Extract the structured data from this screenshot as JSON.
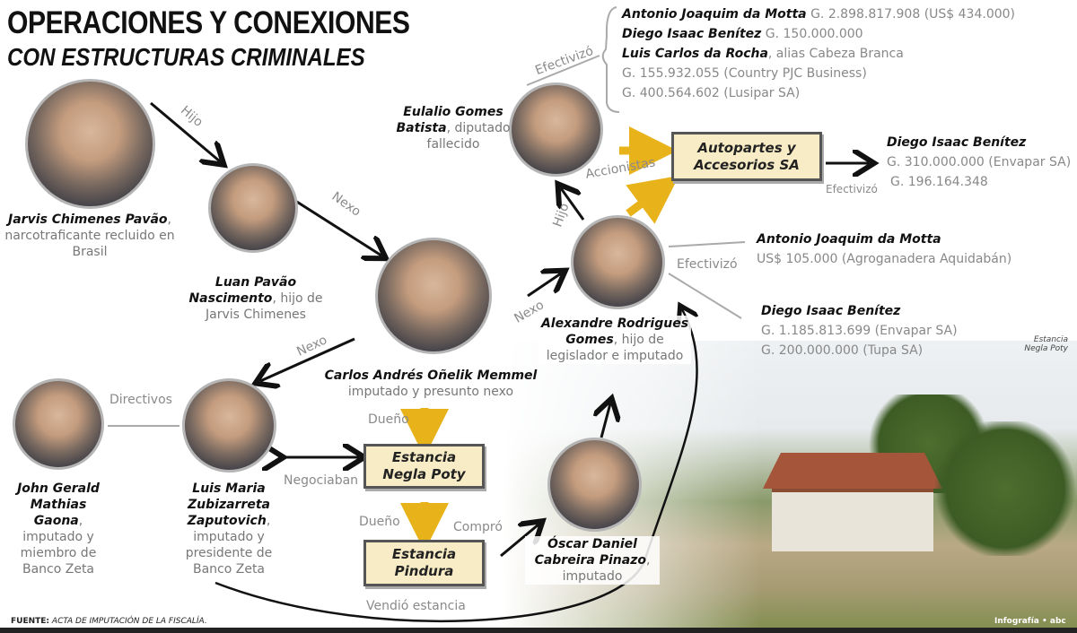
{
  "title": {
    "line1": "OPERACIONES Y CONEXIONES",
    "line2": "CON ESTRUCTURAS CRIMINALES"
  },
  "people": {
    "jarvis": {
      "name": "Jarvis Chimenes Pavão",
      "desc": ", narcotraficante recluido en Brasil"
    },
    "luan": {
      "name": "Luan Pavão Nascimento",
      "desc": ", hijo de Jarvis Chimenes"
    },
    "carlos": {
      "name": "Carlos Andrés Oñelik Memmel",
      "desc": "imputado y presunto nexo"
    },
    "eulalio": {
      "name": "Eulalio Gomes Batista",
      "desc": ", diputado fallecido"
    },
    "alexandre": {
      "name": "Alexandre Rodrigues Gomes",
      "desc": ", hijo de legislador e imputado"
    },
    "john": {
      "name": "John Gerald Mathias Gaona",
      "desc": ", imputado y miembro de Banco Zeta"
    },
    "luis": {
      "name": "Luis Maria Zubizarreta Zaputovich",
      "desc": ", imputado y presidente de Banco Zeta"
    },
    "oscar": {
      "name": "Óscar Daniel Cabreira Pinazo",
      "desc": ", imputado"
    }
  },
  "boxes": {
    "autopartes": "Autopartes y Accesorios SA",
    "negla": "Estancia Negla Poty",
    "pindura": "Estancia Pindura"
  },
  "labels": {
    "hijo1": "Hijo",
    "nexo1": "Nexo",
    "nexo2": "Nexo",
    "nexo3": "Nexo",
    "hijo2": "Hijo",
    "efectivizo1": "Efectivizó",
    "accionistas": "Accionistas",
    "efectivizo2": "Efectivizó",
    "efectivizo3": "Efectivizó",
    "directivos": "Directivos",
    "negociaban": "Negociaban",
    "dueno1": "Dueño",
    "dueno2": "Dueño",
    "compro": "Compró",
    "vendio": "Vendió estancia"
  },
  "top_info": [
    {
      "name": "Antonio Joaquim da Motta",
      "detail": " G. 2.898.817.908 (US$ 434.000)"
    },
    {
      "name": "Diego Isaac Benítez",
      "detail": " G. 150.000.000"
    },
    {
      "name": "Luis Carlos da Rocha",
      "detail": ", alias Cabeza Branca"
    },
    {
      "name": "",
      "detail": "G. 155.932.055 (Country PJC Business)"
    },
    {
      "name": "",
      "detail": "G. 400.564.602 (Lusipar SA)"
    }
  ],
  "autopartes_info": {
    "name": "Diego Isaac Benítez",
    "lines": [
      "G. 310.000.000 (Envapar SA)",
      "G. 196.164.348"
    ]
  },
  "alexandre_info": {
    "name": "Antonio Joaquim da Motta",
    "line": "US$ 105.000 (Agroganadera Aquidabán)"
  },
  "diego_info": {
    "name": "Diego Isaac Benítez",
    "lines": [
      "G. 1.185.813.699 (Envapar SA)",
      "G. 200.000.000 (Tupa SA)"
    ]
  },
  "photo_caption": "Estancia Negla Poty",
  "footer": {
    "source_label": "FUENTE:",
    "source": "ACTA DE IMPUTACIÓN DE LA FISCALÍA.",
    "credit": "Infografía • abc"
  },
  "colors": {
    "arrow_yellow": "#e8b21a",
    "box_fill": "#f8ecc6"
  }
}
